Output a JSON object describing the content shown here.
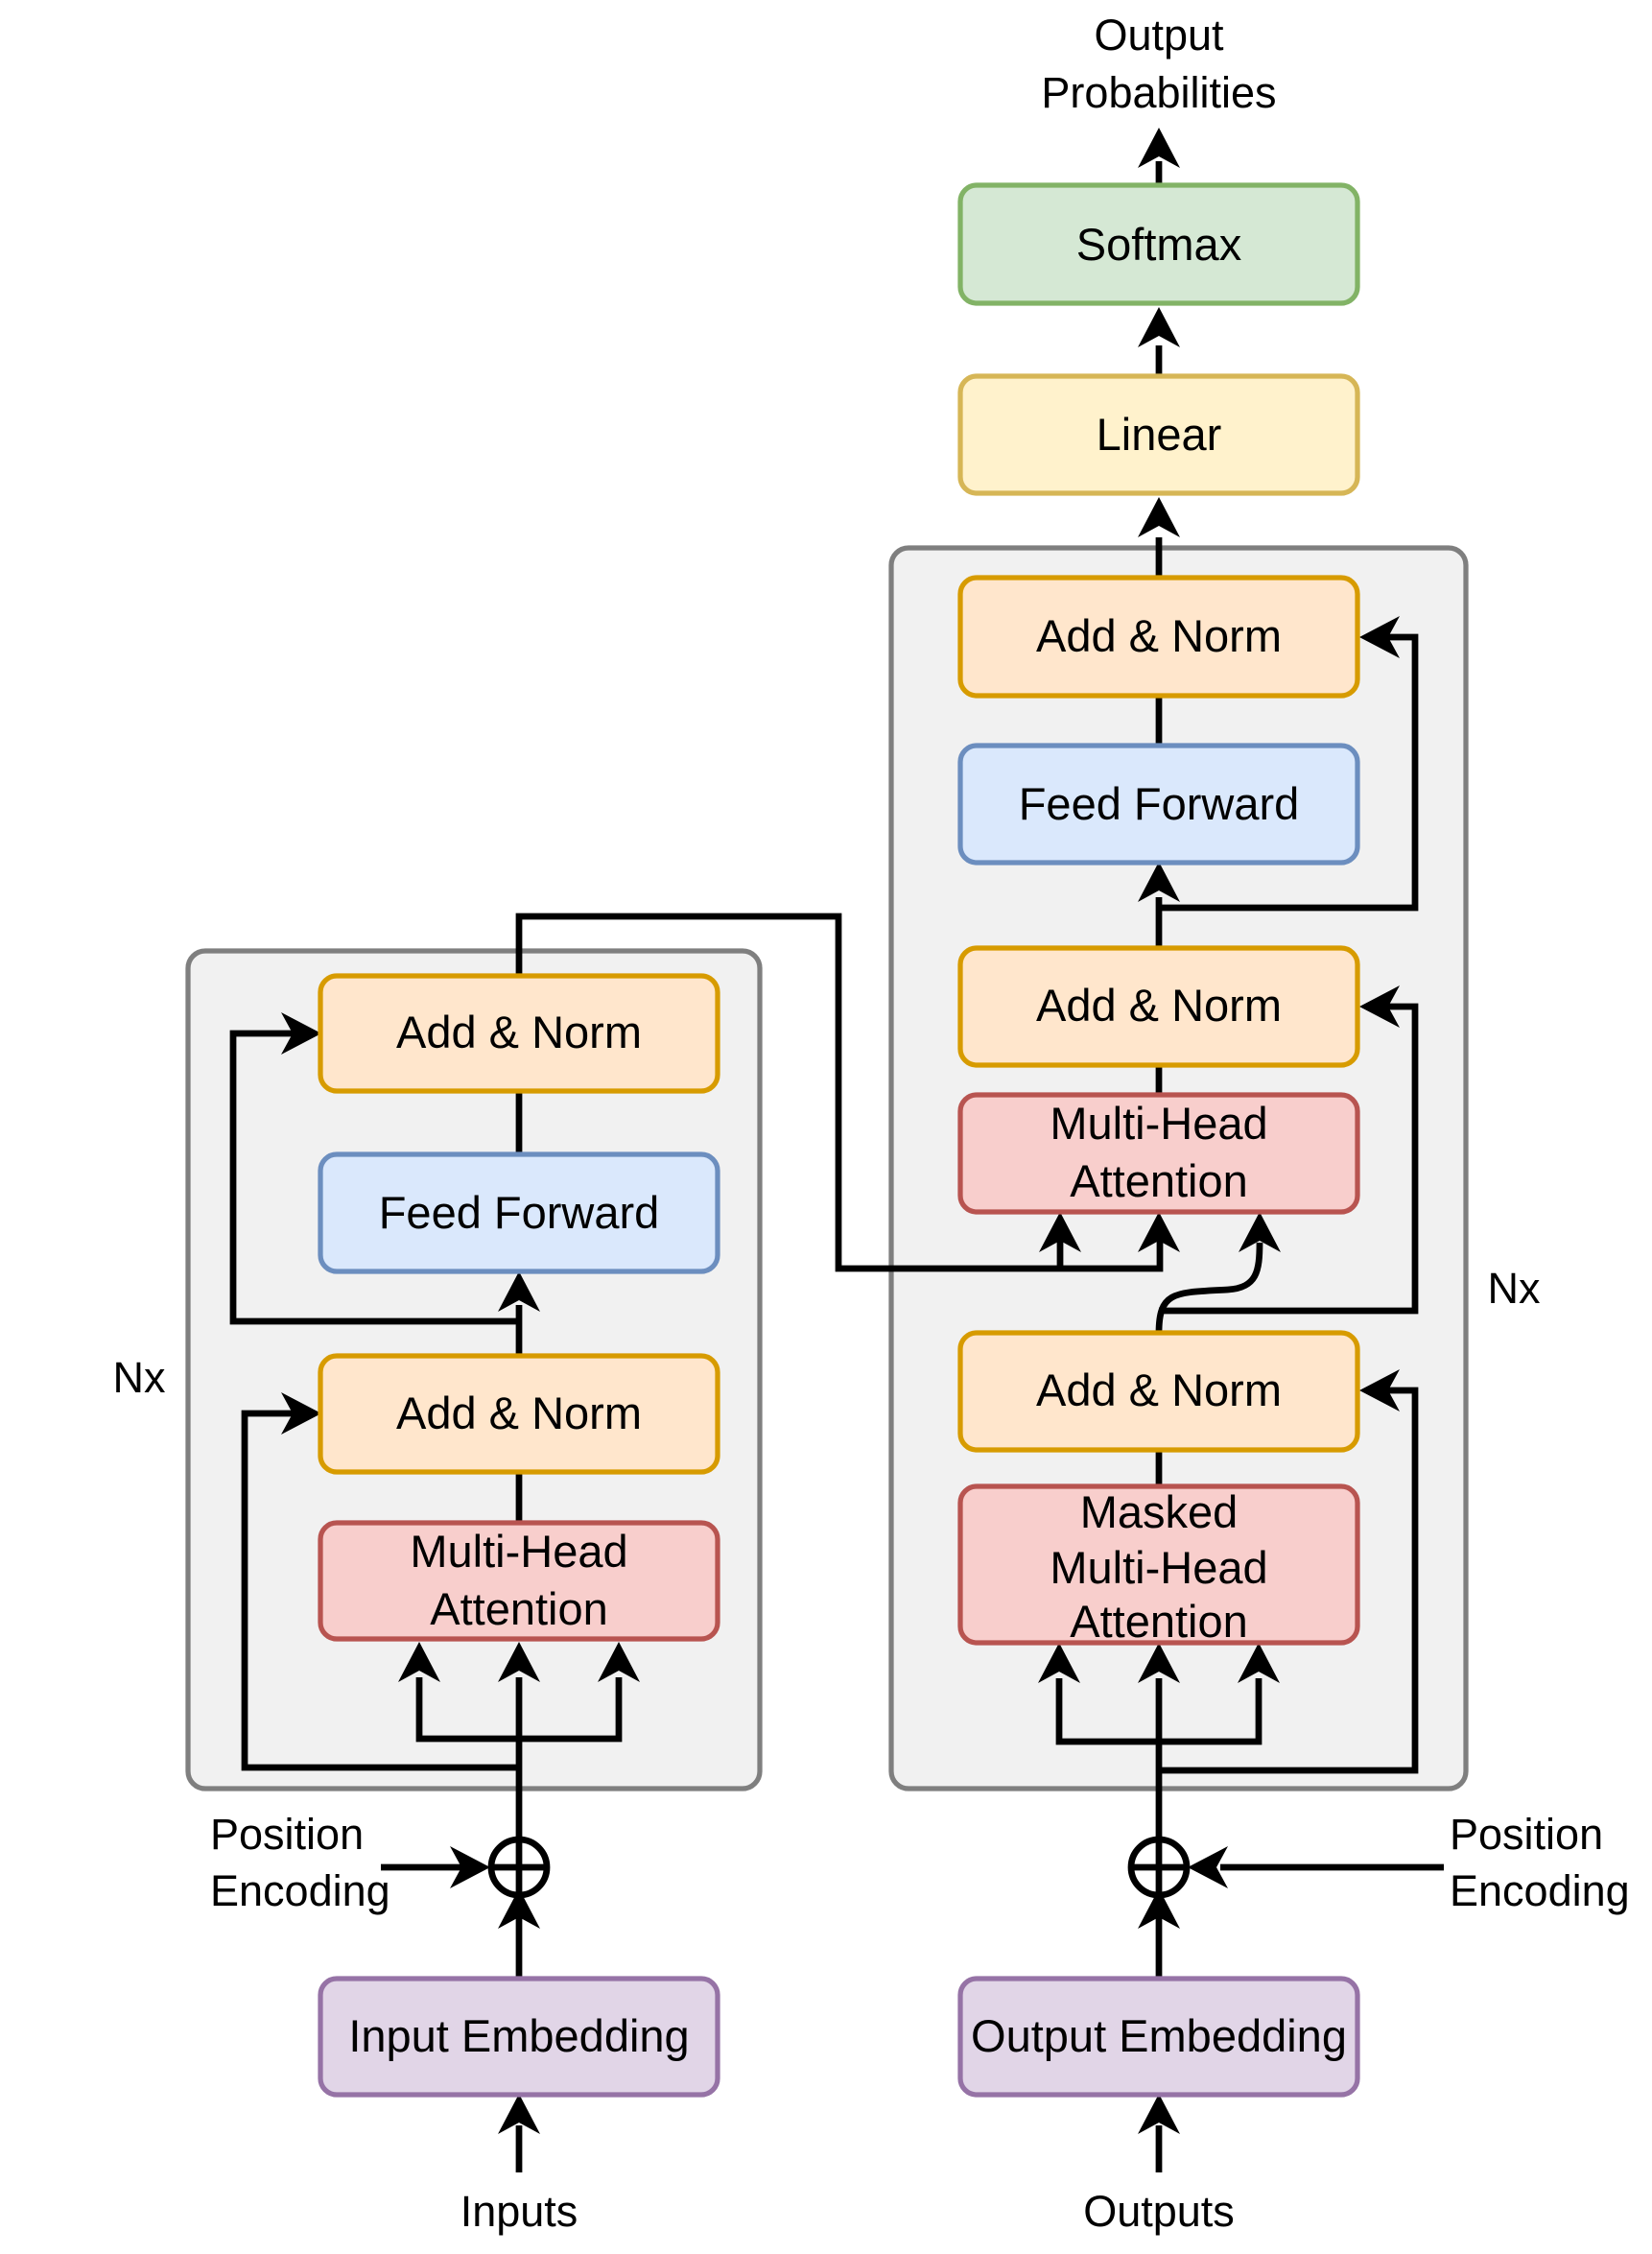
{
  "colors": {
    "stack_fill": "#f1f1f1",
    "stack_stroke": "#7f7f7f",
    "add_norm": {
      "fill": "#ffe6cc",
      "stroke": "#d79b00"
    },
    "feed_forward": {
      "fill": "#dae8fc",
      "stroke": "#6c8ebf"
    },
    "attention": {
      "fill": "#f8cecc",
      "stroke": "#b85450"
    },
    "embedding": {
      "fill": "#e1d5e7",
      "stroke": "#9673a6"
    },
    "linear": {
      "fill": "#fff2cc",
      "stroke": "#d6b656"
    },
    "softmax": {
      "fill": "#d5e8d4",
      "stroke": "#82b366"
    },
    "lines": "#000000"
  },
  "encoder": {
    "repeat_label": "Nx",
    "add_norm_top": "Add & Norm",
    "feed_forward": "Feed Forward",
    "add_norm_bottom": "Add & Norm",
    "attention": [
      "Multi-Head",
      "Attention"
    ],
    "position_encoding": [
      "Position",
      "Encoding"
    ],
    "embedding": "Input Embedding",
    "input_label": "Inputs"
  },
  "decoder": {
    "repeat_label": "Nx",
    "add_norm_top": "Add & Norm",
    "feed_forward": "Feed Forward",
    "add_norm_middle": "Add & Norm",
    "cross_attention": [
      "Multi-Head",
      "Attention"
    ],
    "add_norm_bottom": "Add & Norm",
    "masked_attention": [
      "Masked",
      "Multi-Head",
      "Attention"
    ],
    "position_encoding": [
      "Position",
      "Encoding"
    ],
    "embedding": "Output Embedding",
    "input_label": "Outputs"
  },
  "head": {
    "linear": "Linear",
    "softmax": "Softmax",
    "output_label": [
      "Output",
      "Probabilities"
    ]
  },
  "icons": {
    "positional_add": "circled-plus-icon",
    "arrows": "arrowhead-icon"
  }
}
